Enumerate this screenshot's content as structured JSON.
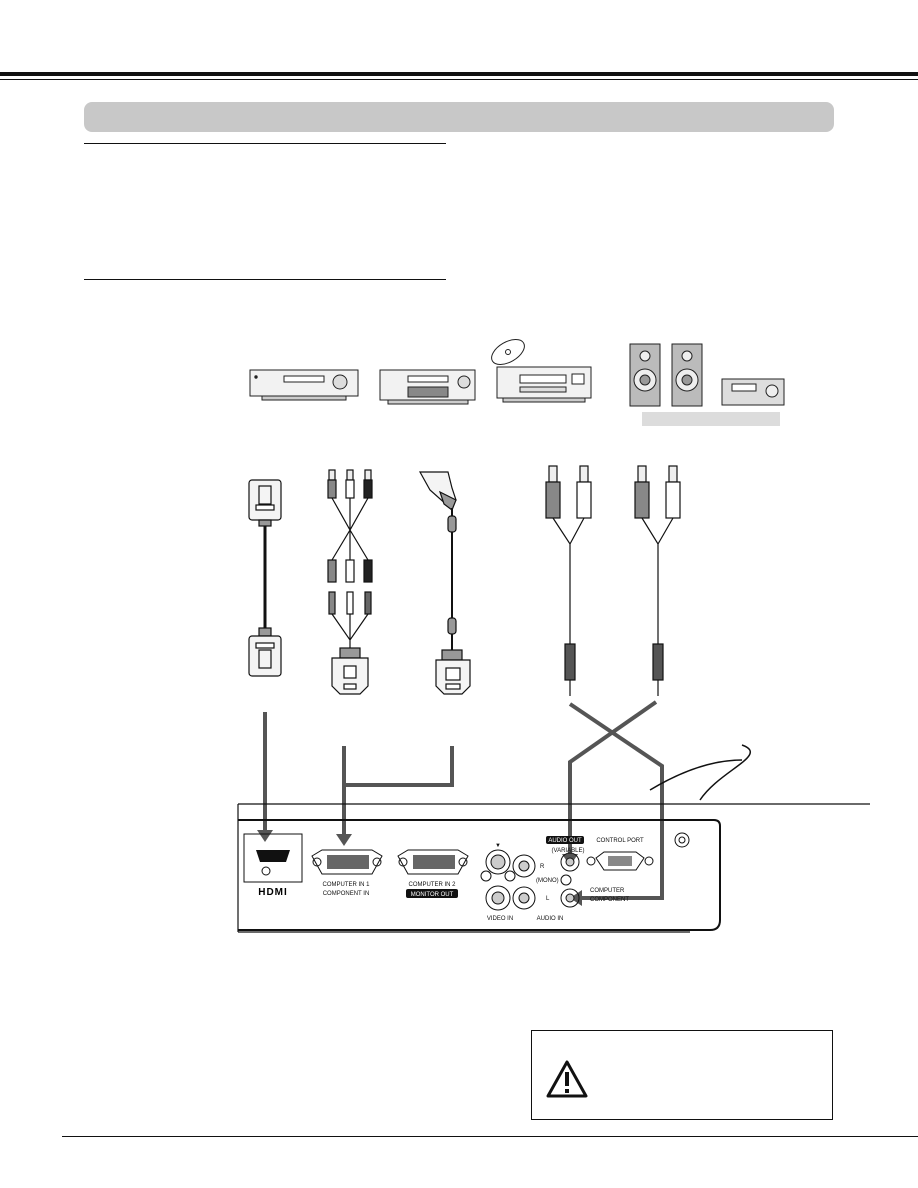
{
  "ports": {
    "hdmi_logo": "HDMI",
    "computer_in_1": "COMPUTER IN 1",
    "component_in": "COMPONENT IN",
    "computer_in_2": "COMPUTER IN 2",
    "monitor_out": "MONITOR OUT",
    "s_video_mark": "▼",
    "r": "R",
    "mono": "(MONO)",
    "l": "L",
    "video_in": "VIDEO IN",
    "audio_in": "AUDIO IN",
    "audio_out": "AUDIO OUT",
    "variable": "(VARIABLE)",
    "computer_component_1": "COMPUTER",
    "computer_component_2": "COMPONENT",
    "control_port": "CONTROL PORT"
  },
  "colors": {
    "band": "#c8c8c8",
    "cable_arrow": "#555555",
    "line": "#111111"
  }
}
